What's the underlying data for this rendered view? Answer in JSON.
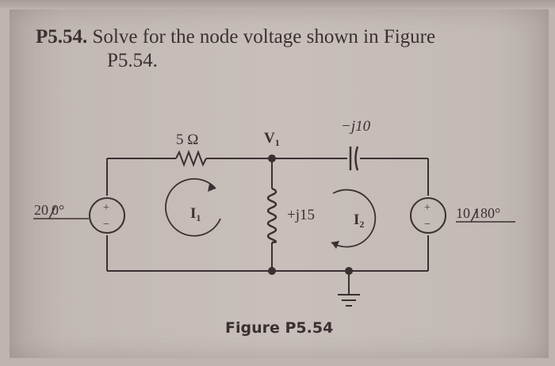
{
  "problem": {
    "number": "P5.54.",
    "text_line1": "Solve for the node voltage shown in Figure",
    "text_line2": "P5.54."
  },
  "circuit": {
    "resistor_label": "5 Ω",
    "node_label_main": "V",
    "node_label_sub": "1",
    "capacitor_label": "−j10",
    "inductor_label": "+j15",
    "mesh1_main": "I",
    "mesh1_sub": "1",
    "mesh2_main": "I",
    "mesh2_sub": "2",
    "source_left_mag": "20",
    "source_left_angle": "0°",
    "source_right_mag": "10",
    "source_right_angle": "180°",
    "plus_sign": "+",
    "minus_sign": "−"
  },
  "figure_caption": "Figure P5.54"
}
